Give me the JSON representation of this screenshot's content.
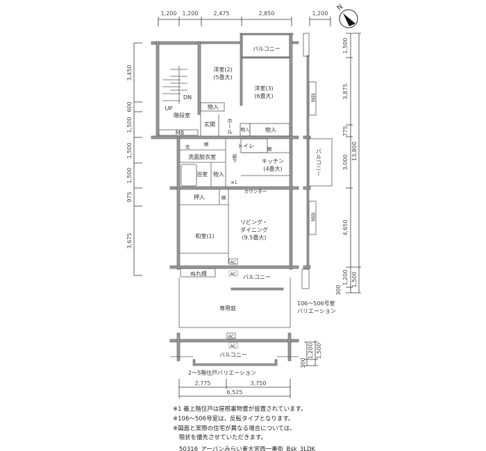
{
  "dimensions": {
    "top": [
      "1,200",
      "1,200",
      "2,475",
      "2,850",
      "1,200"
    ],
    "left": [
      "3,450",
      "600",
      "1,500",
      "1,500",
      "1,500",
      "975",
      "3,675"
    ],
    "right": [
      "1,500",
      "3,875",
      "775",
      "3,000",
      "4,650",
      "1,200",
      "300"
    ],
    "right_total": "13,800",
    "right_outer": "1,500",
    "variation_vertical": [
      "1,200",
      "1,500",
      "300"
    ],
    "bottom": [
      "2,775",
      "3,750"
    ],
    "bottom_total": "6,525"
  },
  "compass": {
    "label": "N"
  },
  "rooms": {
    "western2": "洋室(2)",
    "western2_size": "(5畳大)",
    "western3": "洋室(3)",
    "western3_size": "(6畳大)",
    "balcony_top": "バルコニー",
    "stair_dn": "DN",
    "stair_up": "UP",
    "stairwell": "階段室",
    "mb": "MB",
    "storage1": "物入",
    "entrance": "玄関",
    "hall": "ホール",
    "storage_small": "物入",
    "storage2": "物入",
    "washer": "洗",
    "shelf1": "棚",
    "washroom": "洗面脱衣室",
    "toilet": "トイレ",
    "shelf2": "棚",
    "corridor": "廊下",
    "kitchen": "キッチン",
    "kitchen_size": "(4畳大)",
    "bath": "浴室",
    "storage3": "物入",
    "note_mark": "※1",
    "counter": "カウンター",
    "closet": "押入",
    "shelf3": "棚",
    "living1": "リビング・",
    "living2": "ダイニング",
    "living_size": "(9.5畳大)",
    "japanese": "和室(1)",
    "ac1": "AC",
    "ac2": "AC",
    "balcony_bottom": "バルコニー",
    "veranda": "ぬれ縁",
    "garden": "専用庭",
    "balcony_right": "バルコニー",
    "bay1": "出窓",
    "bay2": "出窓",
    "variation_106": "106～506号室",
    "variation_106b": "バリエーション"
  },
  "variation": {
    "ac1": "AC",
    "ac2": "AC",
    "balcony": "バルコニー",
    "caption": "2～5階住戸バリエーション"
  },
  "notes": [
    "※1 最上階住戸は屋根裏物置が設置されています。",
    "※106～506号室は、反転タイプとなります。",
    "※図面と実際の住宅が異なる場合については、",
    "　現状を優先させていただきます。"
  ],
  "title": "50316_アーバンみらい東大宮西一番街_Bsk_3LDK"
}
